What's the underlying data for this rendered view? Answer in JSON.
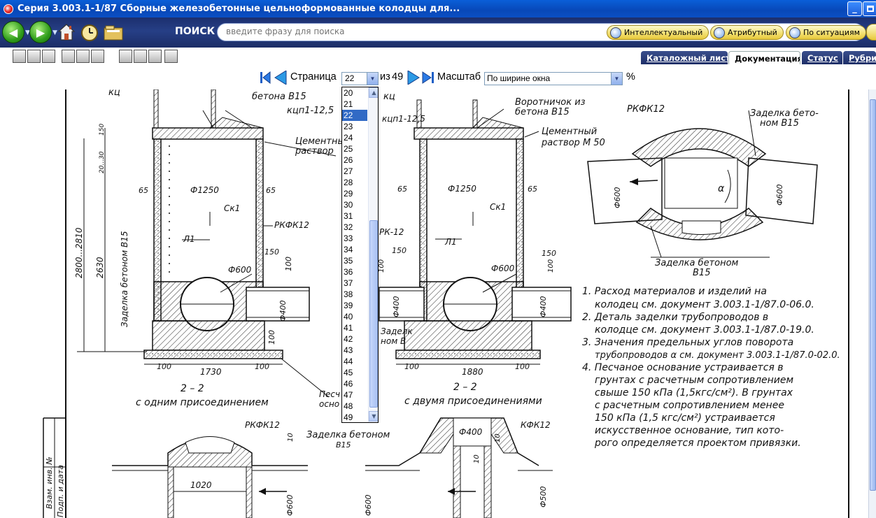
{
  "window": {
    "title": "Серия 3.003.1-1/87 Сборные железобетонные цельноформованные колодцы для...",
    "minimize_label": "_"
  },
  "toolbar": {
    "search_label": "ПОИСК",
    "search_placeholder": "введите фразу для поиска",
    "buttons": [
      {
        "label": "Интеллектуальный"
      },
      {
        "label": "Атрибутный"
      },
      {
        "label": "По ситуациям"
      }
    ]
  },
  "tabs": [
    {
      "label": "Каталожный лист",
      "active": false
    },
    {
      "label": "Документация",
      "active": true
    },
    {
      "label": "Статус",
      "active": false
    },
    {
      "label": "Рубрик",
      "active": false
    }
  ],
  "pagenav": {
    "page_label": "Страница",
    "current_page": "22",
    "of_label": "из",
    "total_pages": "49",
    "scale_label": "Масштаб",
    "scale_value": "По ширине окна",
    "percent": "%"
  },
  "page_dropdown": {
    "options": [
      "20",
      "21",
      "22",
      "23",
      "24",
      "25",
      "26",
      "27",
      "28",
      "29",
      "30",
      "31",
      "32",
      "33",
      "34",
      "35",
      "36",
      "37",
      "38",
      "39",
      "40",
      "41",
      "42",
      "43",
      "44",
      "45",
      "46",
      "47",
      "48",
      "49"
    ],
    "selected": "22"
  },
  "drawing": {
    "labels_top_left": {
      "kts": "кц",
      "beton_b15": "бетона В15",
      "ktsp": "кцп1-12,5",
      "cement_1": "Цементный",
      "cement_2": "раствор",
      "dim_150": "150",
      "dim_2030": "20...30",
      "dim_65a": "65",
      "dim_65b": "65",
      "dia_1250": "Ф1250",
      "ck1": "Ск1",
      "l1": "Л1",
      "rkfk": "РКФК12",
      "dim_28002810": "2800...2810",
      "dim_2630": "2630",
      "zadelka_vert": "Заделка бетоном В15",
      "dim_150b": "150",
      "dim_100a": "100",
      "dia_600": "Ф600",
      "dia_400": "Ф400",
      "dim_100b": "100",
      "dim_100c": "100",
      "dim_1730": "1730",
      "dim_100d": "100",
      "section": "2 – 2",
      "caption": "с одним присоединением",
      "pesch_1": "Песч",
      "pesch_2": "осно"
    },
    "labels_top_mid": {
      "kts": "кц",
      "ktsp": "кцп1-12,5",
      "vorotnik_1": "Воротничок из",
      "vorotnik_2": "бетона В15",
      "cement_1": "Цементный",
      "cement_2": "раствор М 50",
      "dim_65a": "65",
      "dim_65b": "65",
      "dia_1250": "Ф1250",
      "ck1": "Ск1",
      "rk12": "РК-12",
      "l1": "Л1",
      "dim_150a": "150",
      "dim_150b": "150",
      "dim_100a": "100",
      "dim_100b": "100",
      "dia_600": "Ф600",
      "dia_400a": "Ф400",
      "dia_400b": "Ф400",
      "zadel_1": "Заделк",
      "zadel_2": "ном В",
      "dim_100c": "100",
      "dim_1880": "1880",
      "dim_100d": "100",
      "section": "2 – 2",
      "caption": "с двумя присоединениями"
    },
    "labels_right": {
      "rkfk": "РКФК12",
      "zadelka_1": "Заделка бето-",
      "zadelka_2": "ном В15",
      "dia_600a": "Ф600",
      "dia_600b": "Ф600",
      "alpha": "α",
      "zadelka_b1": "Заделка бетоном",
      "zadelka_b2": "В15"
    },
    "notes": [
      "1. Расход материалов и изделий на",
      "колодец см. документ 3.003.1-1/87.0-06.0.",
      "2. Деталь заделки трубопроводов в",
      "колодце см. документ 3.003.1-1/87.0-19.0.",
      "3. Значения предельных углов поворота",
      "трубопроводов α см. документ 3.003.1-1/87.0-02.0.",
      "4. Песчаное основание устраивается в",
      "грунтах с расчетным сопротивлением",
      "свыше 150 кПа (1,5кгс/см²). В грунтах",
      "с расчетным сопротивлением менее",
      "150 кПа (1,5 кгс/см²) устраивается",
      "искусственное основание, тип кото-",
      "рого определяется проектом привязки."
    ],
    "labels_bottom": {
      "stamp": "Взам. инв. №",
      "stamp2": "Подп. и дата",
      "rkfk": "РКФК12",
      "dim_10a": "10",
      "dim_1020": "1020",
      "dia_600a": "Ф600",
      "zadelka_1": "Заделка бетоном",
      "zadelka_2": "В15",
      "dia_400": "Ф400",
      "kfk": "КФК12",
      "dim_10b": "10",
      "dim_10c": "10",
      "dia_600b": "Ф600",
      "dia_500": "Ф500"
    }
  }
}
